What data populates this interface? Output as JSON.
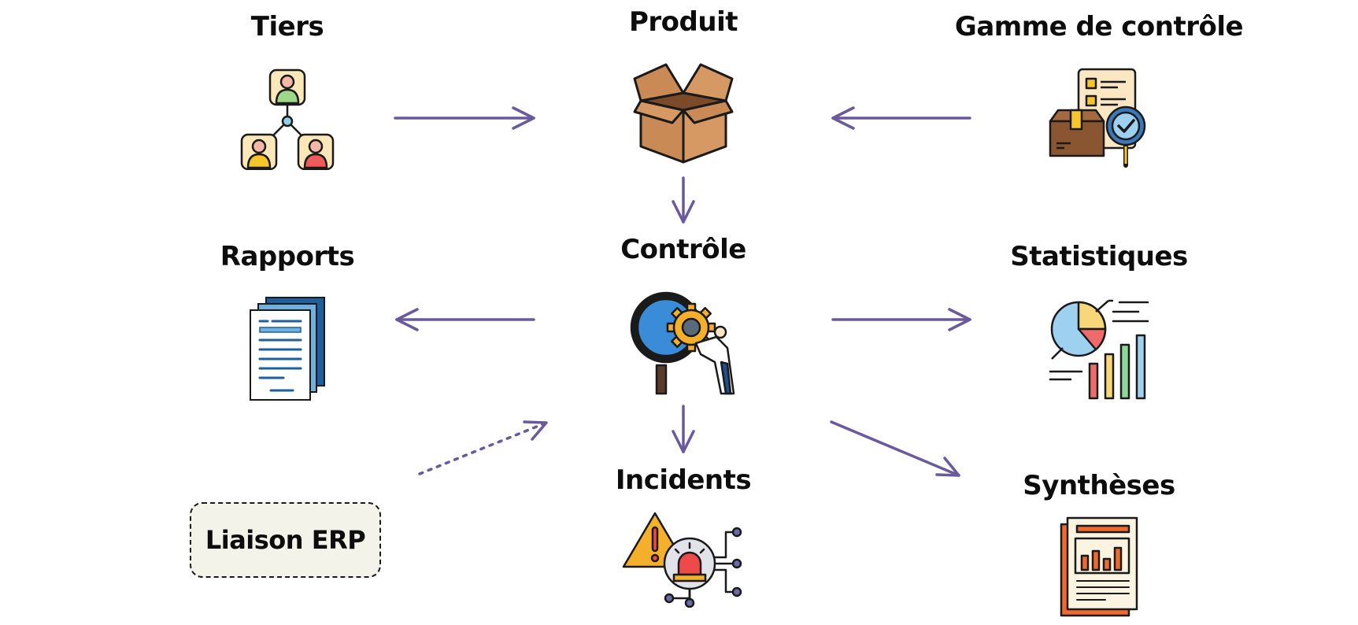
{
  "nodes": {
    "tiers": {
      "label": "Tiers",
      "icon": "org-chart-people-icon"
    },
    "produit": {
      "label": "Produit",
      "icon": "open-box-icon"
    },
    "gamme": {
      "label": "Gamme de contrôle",
      "icon": "checklist-inspection-icon"
    },
    "rapports": {
      "label": "Rapports",
      "icon": "documents-stack-icon"
    },
    "controle": {
      "label": "Contrôle",
      "icon": "magnifier-gear-inspector-icon"
    },
    "statistiques": {
      "label": "Statistiques",
      "icon": "pie-bar-chart-icon"
    },
    "incidents": {
      "label": "Incidents",
      "icon": "alert-siren-icon"
    },
    "syntheses": {
      "label": "Synthèses",
      "icon": "report-sheet-icon"
    },
    "erp": {
      "label": "Liaison ERP"
    }
  },
  "colors": {
    "arrow": "#6a5a9c",
    "erp_box_fill": "#f3f3e9",
    "outline": "#1a1a1a"
  }
}
